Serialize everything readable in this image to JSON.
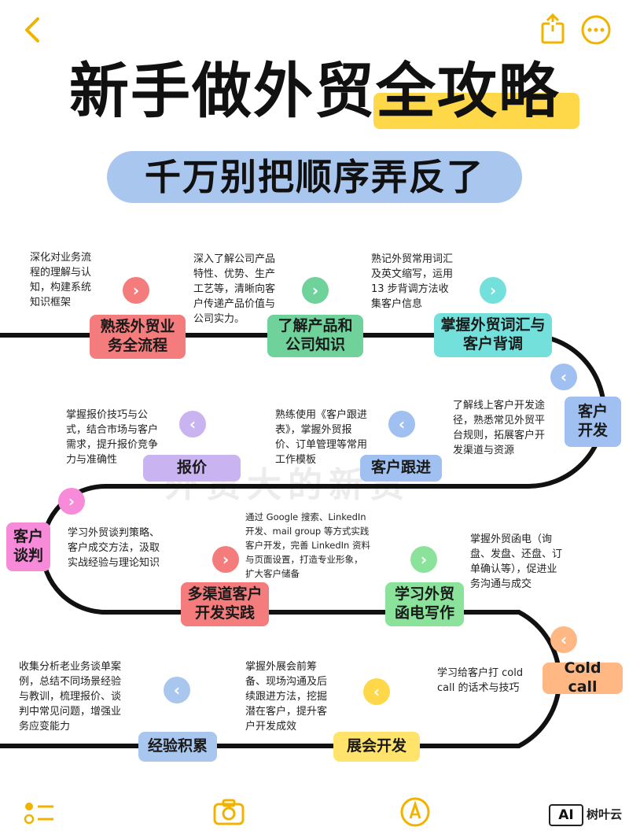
{
  "topbar": {
    "back_icon": "chevron-left-icon",
    "share_icon": "share-icon",
    "more_icon": "more-icon"
  },
  "title": {
    "part1": "新手做外贸",
    "part2": "全攻略"
  },
  "subtitle": "千万别把顺序弄反了",
  "watermark": "外贸大的新贸",
  "steps": [
    {
      "label": "熟悉外贸业\n务全流程",
      "desc": "深化对业务流\n程的理解与认\n知，构建系统\n知识框架",
      "color": "#f47c7c",
      "arrow_color": "#f47c7c"
    },
    {
      "label": "了解产品和\n公司知识",
      "desc": "深入了解公司产品\n特性、优势、生产\n工艺等，清晰向客\n户传递产品价值与\n公司实力。",
      "color": "#6fd29a",
      "arrow_color": "#6fd29a"
    },
    {
      "label": "掌握外贸词汇与\n客户背调",
      "desc": "熟记外贸常用词汇\n及英文缩写，运用\n13 步背调方法收\n集客户信息",
      "color": "#74e0dc",
      "arrow_color": "#74e0dc"
    },
    {
      "label": "客户\n开发",
      "desc": "了解线上客户开发途\n径，熟悉常见外贸平\n台规则，拓展客户开\n发渠道与资源",
      "color": "#9fc0f0",
      "arrow_color": "#9fc0f0"
    },
    {
      "label": "客户跟进",
      "desc": "熟练使用《客户跟进\n表》，掌握外贸报\n价、订单管理等常用\n工作模板",
      "color": "#9fc0f0",
      "arrow_color": "#9fc0f0"
    },
    {
      "label": "报价",
      "desc": "掌握报价技巧与公\n式，结合市场与客户\n需求，提升报价竞争\n力与准确性",
      "color": "#c9b3f0",
      "arrow_color": "#c9b3f0"
    },
    {
      "label": "客户\n谈判",
      "desc": "学习外贸谈判策略、\n客户成交方法，汲取\n实战经验与理论知识",
      "color": "#f78bd9",
      "arrow_color": "#f78bd9"
    },
    {
      "label": "多渠道客户\n开发实践",
      "desc": "通过 Google 搜索、LinkedIn\n开发、mail group 等方式实践\n客户开发，完善 LinkedIn 资料\n与页面设置，打造专业形象，\n扩大客户储备",
      "color": "#f47c7c",
      "arrow_color": "#f47c7c"
    },
    {
      "label": "学习外贸\n函电写作",
      "desc": "掌握外贸函电（询\n盘、发盘、还盘、订\n单确认等），促进业\n务沟通与成交",
      "color": "#8be39b",
      "arrow_color": "#8be39b"
    },
    {
      "label": "Cold call",
      "desc": "学习给客户打 cold\ncall 的话术与技巧",
      "color": "#ffb883",
      "arrow_color": "#ffb883"
    },
    {
      "label": "展会开发",
      "desc": "掌握外展会前筹\n备、现场沟通及后\n续跟进方法，挖掘\n潜在客户，提升客\n户开发成效",
      "color": "#ffe36b",
      "arrow_color": "#ffd84a"
    },
    {
      "label": "经验积累",
      "desc": "收集分析老业务谈单案\n例，总结不同场景经验\n与教训，梳理报价、谈\n判中常见问题，增强业\n务应变能力",
      "color": "#a9c7ee",
      "arrow_color": "#a9c7ee"
    }
  ],
  "bottombar": {
    "list_icon": "checklist-icon",
    "camera_icon": "camera-icon",
    "pen_icon": "pen-icon",
    "brand_badge": "AI",
    "brand_name": "树叶云"
  }
}
